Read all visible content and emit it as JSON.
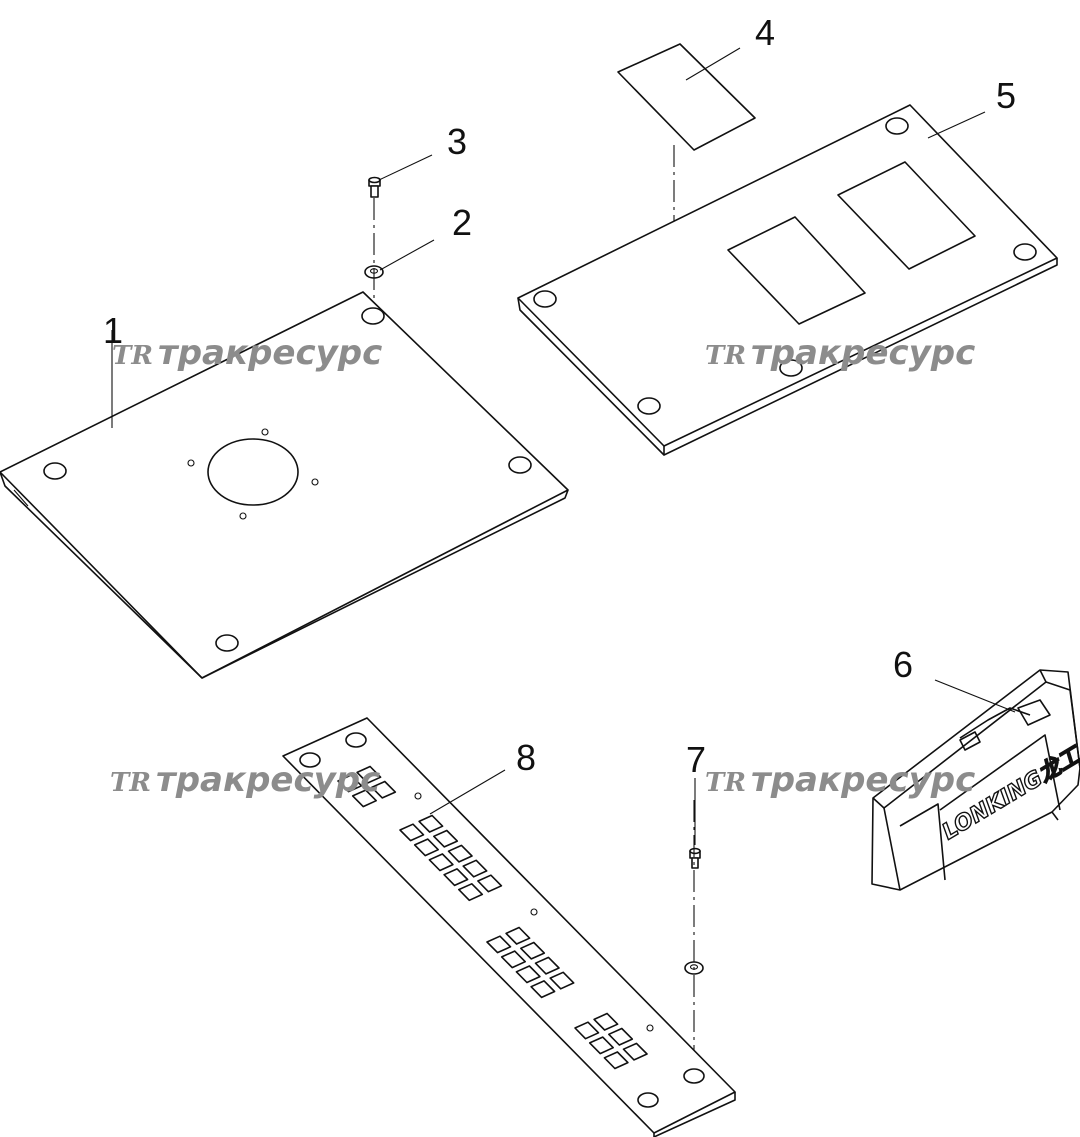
{
  "callouts": [
    {
      "id": "1",
      "text": "1"
    },
    {
      "id": "2",
      "text": "2"
    },
    {
      "id": "3",
      "text": "3"
    },
    {
      "id": "4",
      "text": "4"
    },
    {
      "id": "5",
      "text": "5"
    },
    {
      "id": "6",
      "text": "6"
    },
    {
      "id": "7",
      "text": "7"
    },
    {
      "id": "8",
      "text": "8"
    }
  ],
  "watermark": {
    "logo": "TR",
    "text": "тракресурс"
  },
  "brand_text": "LONKING龙工",
  "colors": {
    "line": "#111111",
    "watermark": "#8c8c8c",
    "background": "#ffffff"
  }
}
